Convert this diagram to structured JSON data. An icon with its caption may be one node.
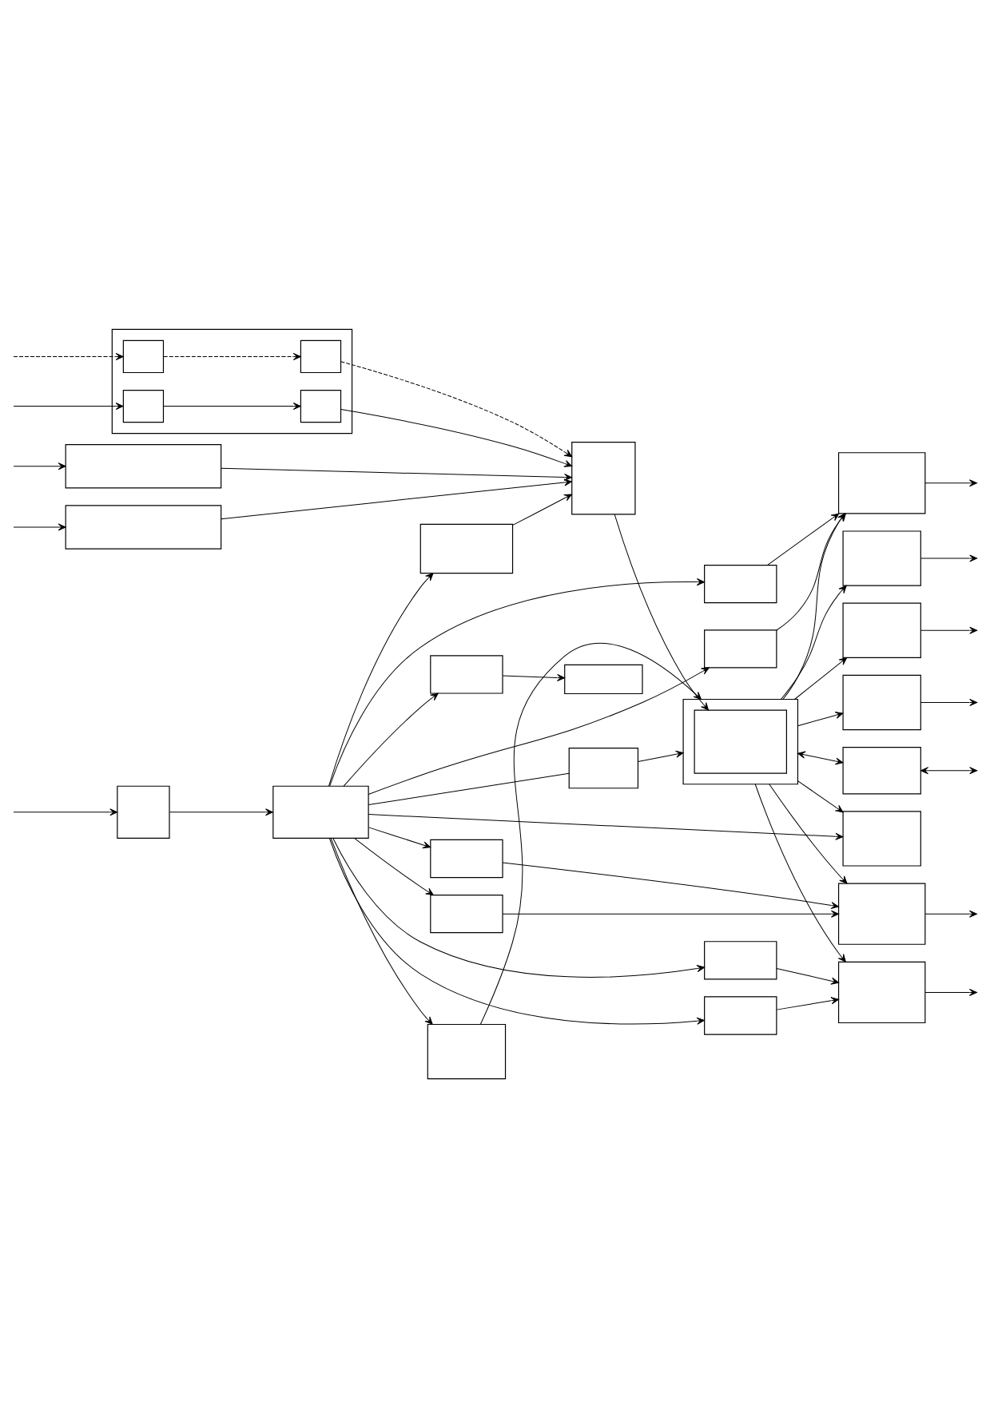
{
  "diagram": {
    "nodes": [
      {
        "text": [],
        "shape": "box"
      },
      {
        "text": [],
        "shape": "box",
        "in": 0
      },
      {
        "text": [],
        "shape": "box",
        "in": 0
      },
      {
        "text": [],
        "shape": "box",
        "in": 0
      },
      {
        "text": [],
        "shape": "box",
        "in": 0
      },
      {
        "text": [],
        "shape": "box"
      },
      {
        "text": [],
        "shape": "box"
      },
      {
        "text": [],
        "shape": "box",
        "in": 6
      },
      {
        "text": [],
        "shape": "box"
      },
      {
        "text": [],
        "shape": "box"
      },
      {
        "text": [],
        "shape": "box"
      },
      {
        "text": [],
        "shape": "box"
      },
      {
        "text": [],
        "shape": "box"
      },
      {
        "text": [],
        "shape": "box"
      },
      {
        "text": [],
        "shape": "box"
      },
      {
        "text": [],
        "shape": "box"
      },
      {
        "text": [],
        "shape": "box"
      },
      {
        "text": [],
        "shape": "box"
      },
      {
        "text": [],
        "shape": "box"
      },
      {
        "text": [],
        "shape": "box"
      },
      {
        "text": [],
        "shape": "box"
      },
      {
        "text": [],
        "shape": "box"
      },
      {
        "text": [],
        "shape": "box"
      },
      {
        "text": [],
        "shape": "box"
      },
      {
        "text": [],
        "shape": "box"
      },
      {
        "text": [],
        "shape": "box"
      },
      {
        "text": [],
        "shape": "box"
      },
      {
        "text": [],
        "shape": "box"
      },
      {
        "text": [],
        "shape": "box"
      },
      {
        "text": [],
        "shape": "box"
      },
      {
        "text": [],
        "shape": "box"
      }
    ],
    "edges": [
      {
        "from": null,
        "to": 1,
        "arrow": "to"
      },
      {
        "from": 1,
        "to": 2,
        "arrow": "to"
      },
      {
        "from": null,
        "to": 3,
        "arrow": "to",
        "style": "dashed"
      },
      {
        "from": 3,
        "to": 4,
        "arrow": "to",
        "style": "dashed"
      },
      {
        "from": 2,
        "to": 5,
        "arrow": "to"
      },
      {
        "from": 4,
        "to": 5,
        "arrow": "to",
        "style": "dashed"
      },
      {
        "from": null,
        "to": 11,
        "arrow": "to"
      },
      {
        "from": 11,
        "to": 5,
        "arrow": "to"
      },
      {
        "from": null,
        "to": 14,
        "arrow": "to"
      },
      {
        "from": 14,
        "to": 5,
        "arrow": "to"
      },
      {
        "from": 17,
        "to": 5,
        "arrow": "to"
      },
      {
        "from": 5,
        "to": 7,
        "arrow": "to"
      },
      {
        "from": 9,
        "to": 6,
        "arrow": "to"
      },
      {
        "from": 6,
        "to": 8,
        "arrow": "to"
      },
      {
        "from": 10,
        "to": 6,
        "arrow": "to"
      },
      {
        "from": 20,
        "to": 8,
        "arrow": "to"
      },
      {
        "from": 20,
        "to": 10,
        "arrow": "to"
      },
      {
        "from": 6,
        "to": 12,
        "arrow": "both"
      },
      {
        "from": 12,
        "to": null,
        "arrow": "both"
      },
      {
        "from": 15,
        "to": 13,
        "arrow": "to"
      },
      {
        "from": 6,
        "to": 16,
        "arrow": "to"
      },
      {
        "from": 16,
        "to": null,
        "arrow": "to"
      },
      {
        "from": 6,
        "to": 18,
        "arrow": "to"
      },
      {
        "from": 18,
        "to": null,
        "arrow": "to"
      },
      {
        "from": 6,
        "to": 21,
        "arrow": "to"
      },
      {
        "from": 21,
        "to": null,
        "arrow": "to"
      },
      {
        "from": 6,
        "to": 24,
        "arrow": "to"
      },
      {
        "from": 22,
        "to": 24,
        "arrow": "to"
      },
      {
        "from": 23,
        "to": 24,
        "arrow": "to"
      },
      {
        "from": 24,
        "to": null,
        "arrow": "to"
      },
      {
        "from": 6,
        "to": 27,
        "arrow": "to"
      },
      {
        "from": 25,
        "to": 27,
        "arrow": "to"
      },
      {
        "from": 26,
        "to": 27,
        "arrow": "to"
      },
      {
        "from": 27,
        "to": null,
        "arrow": "to"
      },
      {
        "from": 6,
        "to": 30,
        "arrow": "to"
      },
      {
        "from": 28,
        "to": 30,
        "arrow": "to"
      },
      {
        "from": 29,
        "to": 30,
        "arrow": "to"
      },
      {
        "from": 30,
        "to": null,
        "arrow": "to"
      },
      {
        "from": null,
        "to": 19,
        "arrow": "to"
      },
      {
        "from": 19,
        "to": 20,
        "arrow": "to"
      },
      {
        "from": 20,
        "to": 9,
        "arrow": "none"
      },
      {
        "from": 20,
        "to": 15,
        "arrow": "to"
      },
      {
        "from": 20,
        "to": 17,
        "arrow": "to"
      },
      {
        "from": 20,
        "to": 22,
        "arrow": "to"
      },
      {
        "from": 20,
        "to": 23,
        "arrow": "to"
      },
      {
        "from": 20,
        "to": 25,
        "arrow": "to"
      },
      {
        "from": 20,
        "to": 26,
        "arrow": "to"
      },
      {
        "from": 20,
        "to": 28,
        "arrow": "to"
      },
      {
        "from": 20,
        "to": 29,
        "arrow": "to"
      }
    ]
  }
}
